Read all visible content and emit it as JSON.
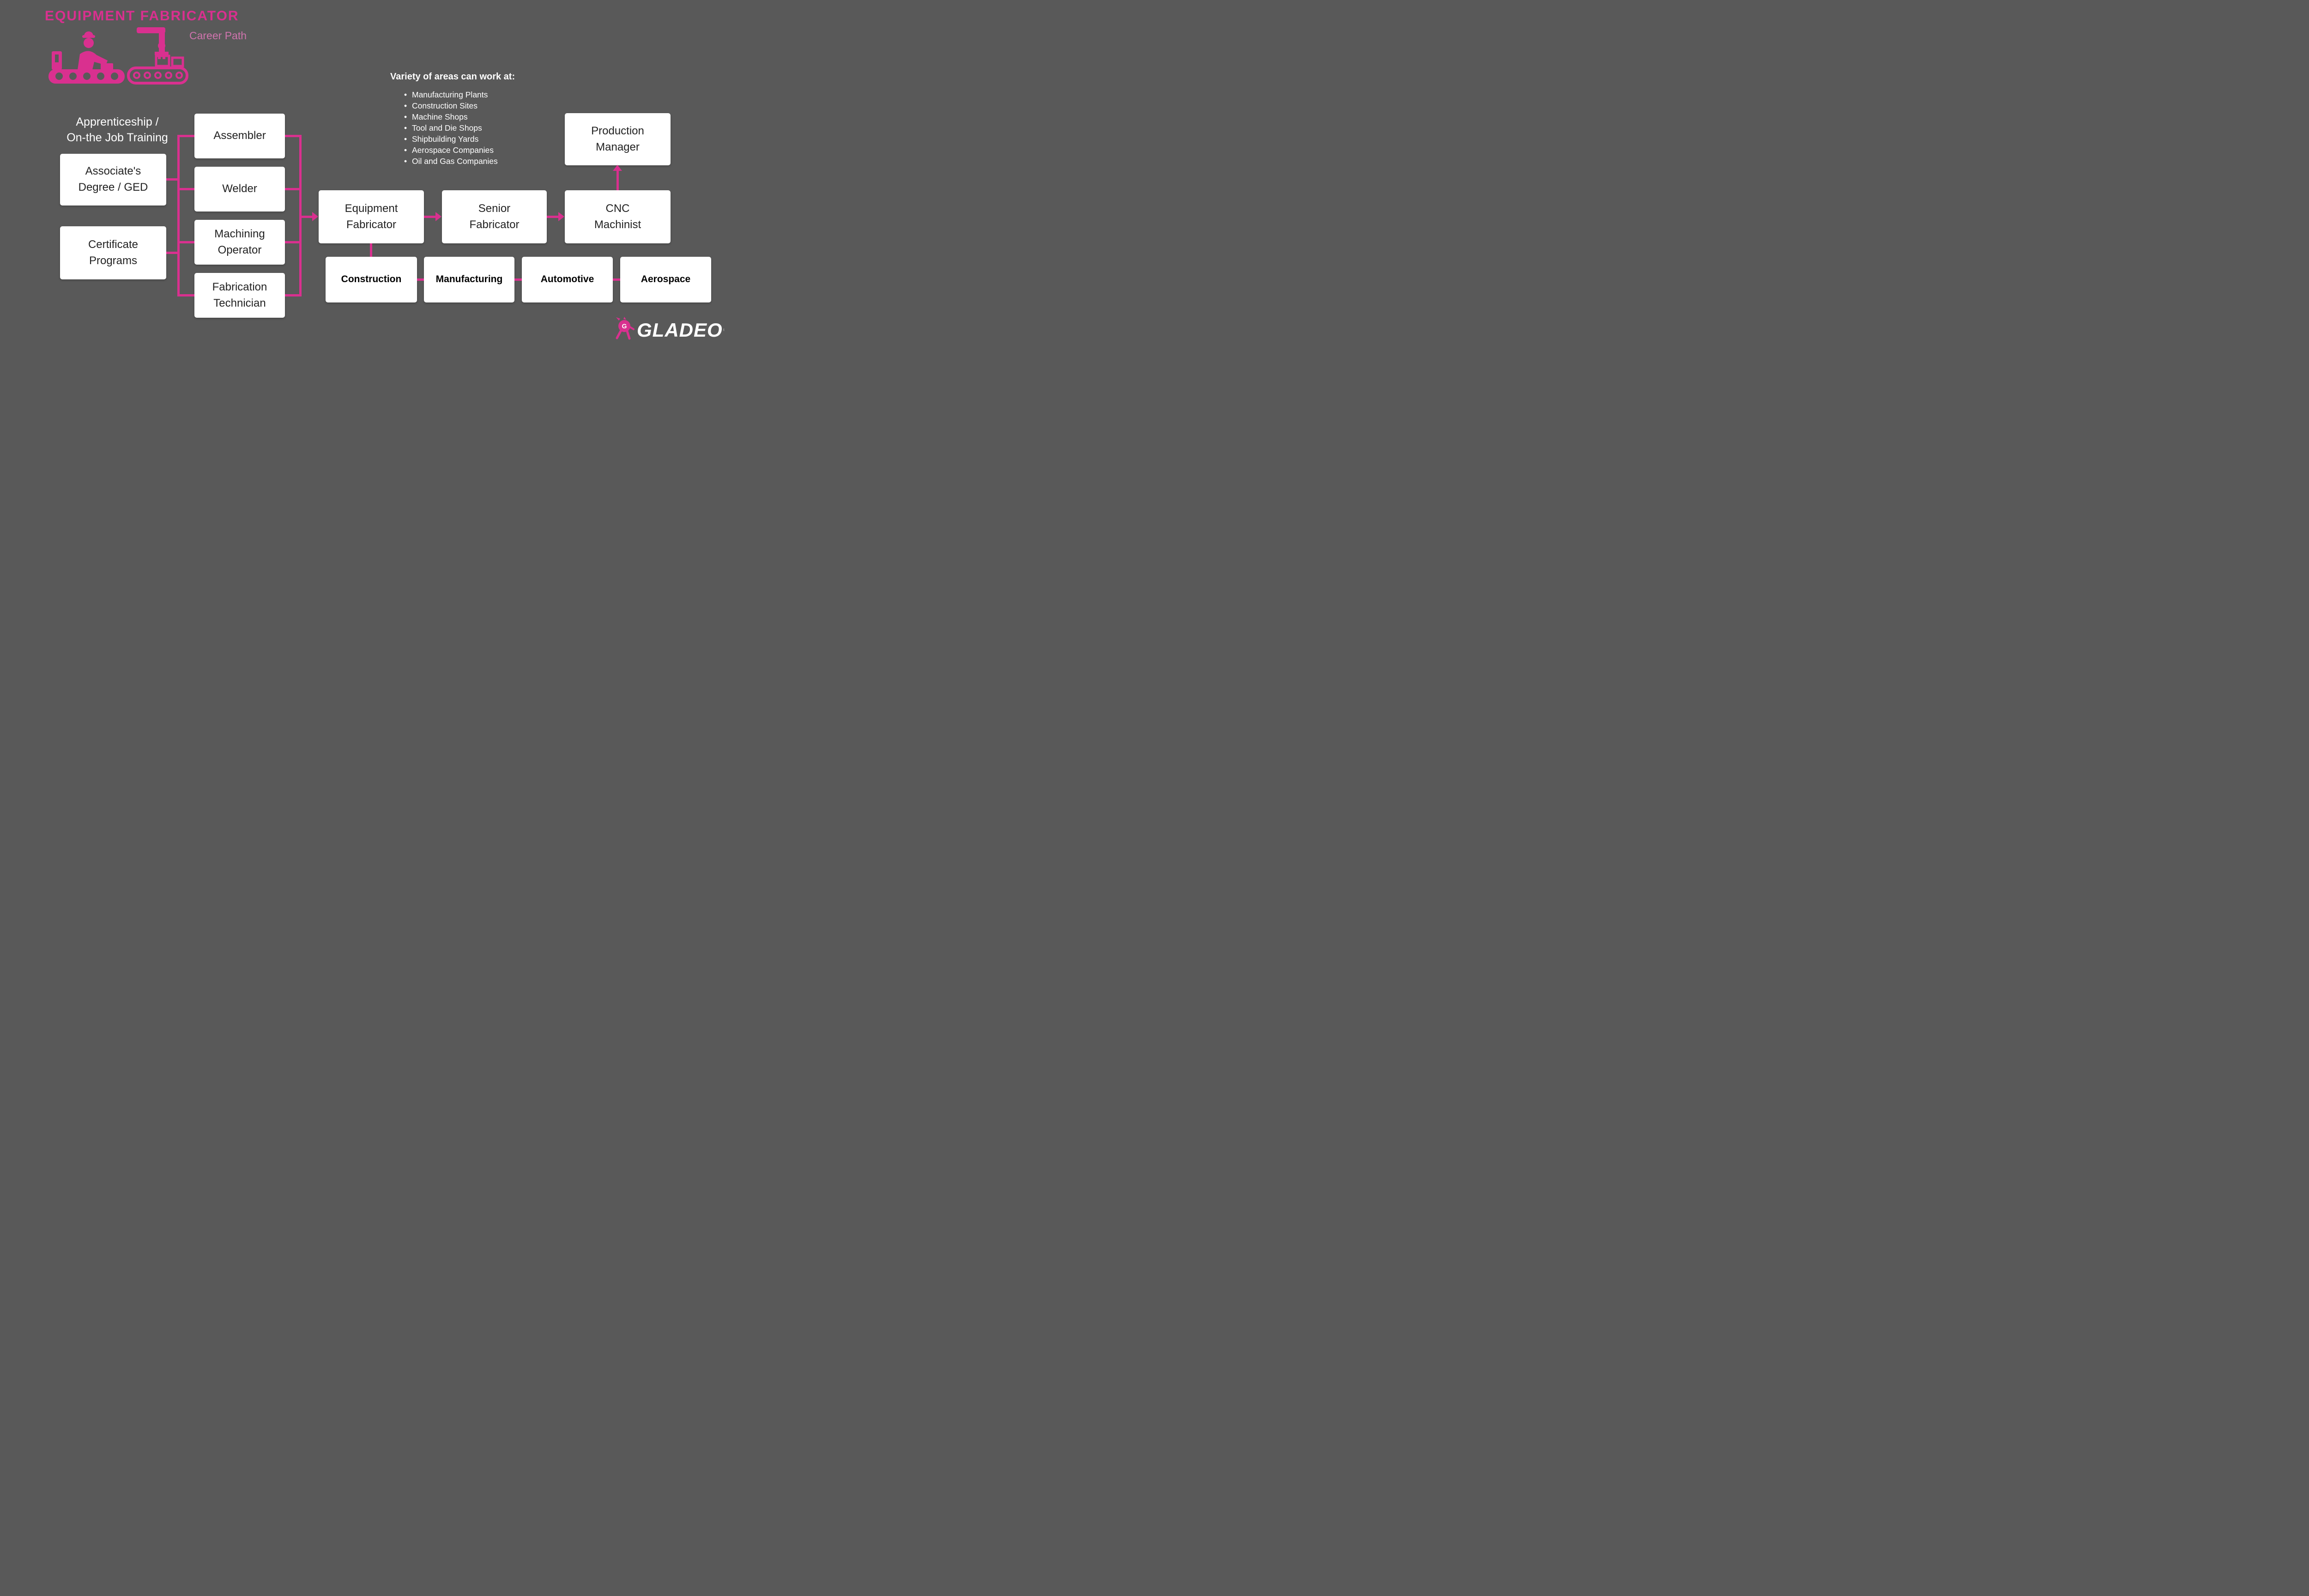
{
  "colors": {
    "background": "#595959",
    "accent": "#D9308F",
    "subtitle_pink": "#CF74AD",
    "box_bg": "#FFFFFF",
    "box_text": "#222222"
  },
  "header": {
    "title": "EQUIPMENT FABRICATOR",
    "subtitle": "Career Path"
  },
  "icons": {
    "factory": "worker-assembly-line-icon",
    "mascot": "gladeo-mascot-icon"
  },
  "flowchart": {
    "training_label": "Apprenticeship /\nOn-the Job Training",
    "education": [
      {
        "label": "Associate's\nDegree / GED"
      },
      {
        "label": "Certificate\nPrograms"
      }
    ],
    "entry_roles": [
      {
        "label": "Assembler"
      },
      {
        "label": "Welder"
      },
      {
        "label": "Machining\nOperator"
      },
      {
        "label": "Fabrication\nTechnician"
      }
    ],
    "career_steps": [
      {
        "label": "Equipment\nFabricator"
      },
      {
        "label": "Senior\nFabricator"
      },
      {
        "label": "CNC\nMachinist"
      },
      {
        "label": "Production\nManager"
      }
    ],
    "industries": [
      "Construction",
      "Manufacturing",
      "Automotive",
      "Aerospace"
    ]
  },
  "work_areas": {
    "title": "Variety of areas can work at:",
    "items": [
      "Manufacturing Plants",
      "Construction Sites",
      "Machine Shops",
      "Tool and  Die Shops",
      "Shipbuilding Yards",
      "Aerospace Companies",
      "Oil and Gas Companies"
    ]
  },
  "logo": {
    "brand": "GLADEO",
    "registered": "®",
    "mascot_letter": "G"
  }
}
